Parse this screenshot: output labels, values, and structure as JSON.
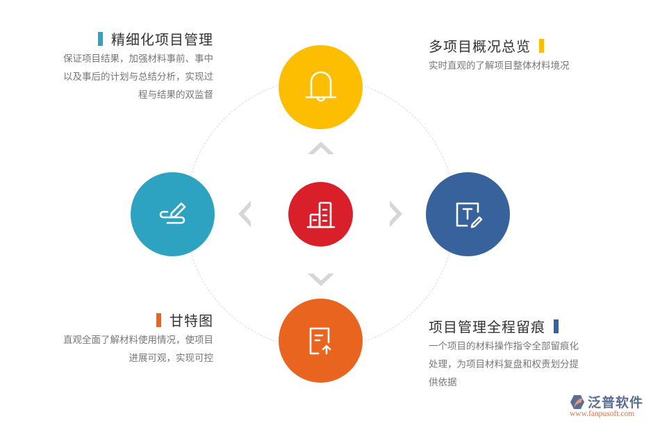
{
  "colors": {
    "yellow": "#fdbd00",
    "teal": "#2ea3c1",
    "navy": "#37629b",
    "orange": "#e8641f",
    "red": "#d9202a",
    "arrow_gray": "#d6d6d6",
    "title_text": "#333333",
    "desc_text": "#777777"
  },
  "center": {
    "icon": "building-icon"
  },
  "nodes": {
    "top": {
      "icon": "bell-icon",
      "color": "#fdbd00"
    },
    "left": {
      "icon": "pen-signature-icon",
      "color": "#2ea3c1"
    },
    "right": {
      "icon": "text-edit-icon",
      "color": "#37629b"
    },
    "bottom": {
      "icon": "document-upload-icon",
      "color": "#e8641f"
    }
  },
  "sections": {
    "refined": {
      "title": "精细化项目管理",
      "desc_lines": [
        "保证项目结果，加强材料事前、事中",
        "以及事后的计划与总结分析，实现过",
        "程与结果的双监督"
      ],
      "bar_color": "#2ea3c1"
    },
    "overview": {
      "title": "多项目概况总览",
      "desc_lines": [
        "实时直观的了解项目整体材料境况"
      ],
      "bar_color": "#fdbd00"
    },
    "gantt": {
      "title": "甘特图",
      "desc_lines": [
        "直观全面了解材料使用情况，使项目",
        "进展可观，实现可控"
      ],
      "bar_color": "#e8641f"
    },
    "trace": {
      "title": "项目管理全程留痕",
      "desc_lines": [
        "一个项目的材料操作指令全部留痕化",
        "处理，为项目材料复盘和权责划分提",
        "供依据"
      ],
      "bar_color": "#37629b"
    }
  },
  "logo": {
    "name": "泛普软件",
    "url": "www.fanpusoft.com"
  }
}
